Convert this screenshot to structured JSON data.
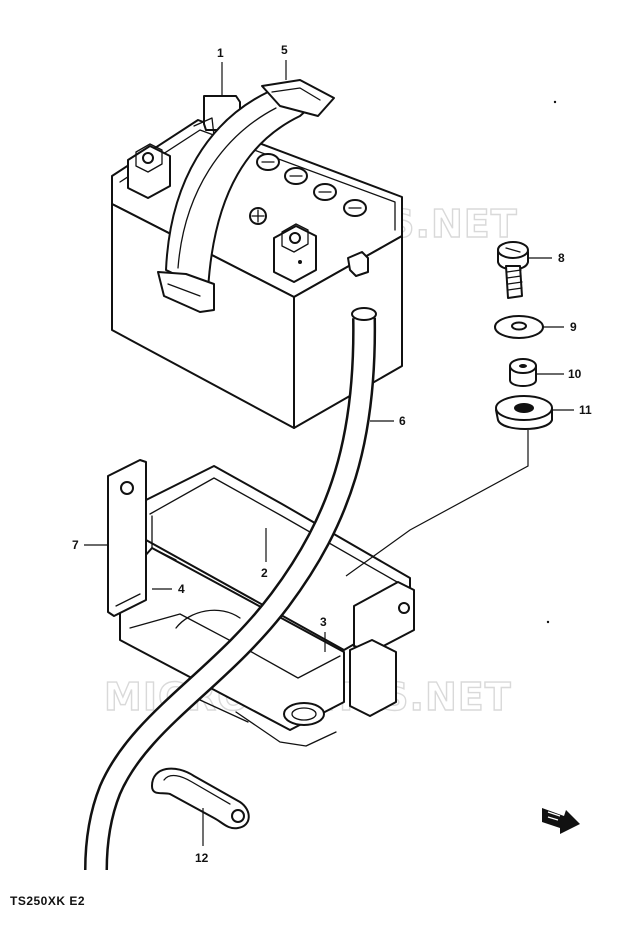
{
  "watermarks": [
    "MICROFICHES.NET",
    "MICROFICHES.NET"
  ],
  "model_code": "TS250XK E2",
  "callouts": [
    {
      "number": "1"
    },
    {
      "number": "2"
    },
    {
      "number": "3"
    },
    {
      "number": "4"
    },
    {
      "number": "5"
    },
    {
      "number": "6"
    },
    {
      "number": "7"
    },
    {
      "number": "8"
    },
    {
      "number": "9"
    },
    {
      "number": "10"
    },
    {
      "number": "11"
    },
    {
      "number": "12"
    }
  ],
  "icons": {
    "direction_arrow": "front-direction-arrow-icon"
  }
}
